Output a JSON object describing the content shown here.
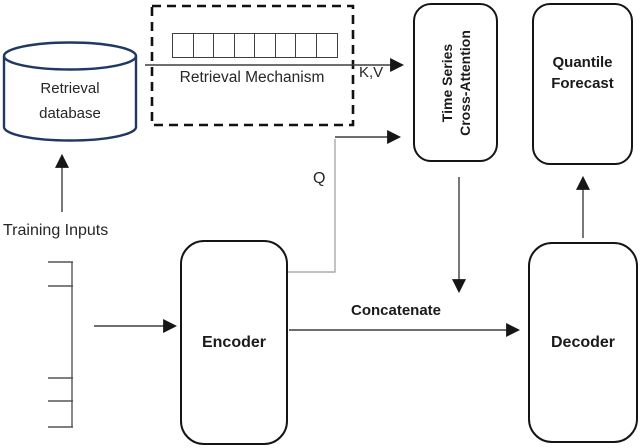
{
  "nodes": {
    "retrieval_database": {
      "line1": "Retrieval",
      "line2": "database"
    },
    "retrieval_mechanism": {
      "label": "Retrieval Mechanism",
      "cells": 8
    },
    "time_series_cross_attention": {
      "line1": "Time Series",
      "line2": "Cross-Attention"
    },
    "quantile_forecast": {
      "line1": "Quantile",
      "line2": "Forecast"
    },
    "encoder": {
      "label": "Encoder"
    },
    "decoder": {
      "label": "Decoder"
    }
  },
  "labels": {
    "training_inputs": "Training Inputs",
    "kv": "K,V",
    "q": "Q",
    "concatenate": "Concatenate"
  },
  "colors": {
    "database_outline": "#203864",
    "box_border": "#151515",
    "connector": "#3f3f3f",
    "light_connector": "#9b9b9b"
  }
}
